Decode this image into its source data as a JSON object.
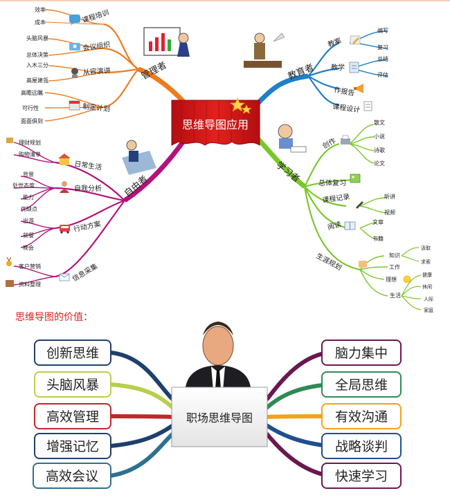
{
  "mindmap": {
    "center": "思维导图应用",
    "branches": {
      "manager": {
        "label": "管理者",
        "color": "#f07b1e",
        "subs": [
          {
            "label": "课程培训",
            "icon": "chat-bubble-icon",
            "leaves": [
              "效率",
              "成本"
            ]
          },
          {
            "label": "会议组织",
            "icon": "meeting-icon",
            "leaves": [
              "头脑风暴",
              "总体决策"
            ]
          },
          {
            "label": "从容演讲",
            "icon": "speaker-icon",
            "leaves": [
              "入木三分",
              "高屋建瓴"
            ]
          },
          {
            "label": "制定计划",
            "icon": "calendar-icon",
            "leaves": [
              "高瞻远瞩",
              "可行性",
              "面面俱到"
            ]
          }
        ]
      },
      "teacher": {
        "label": "教育者",
        "color": "#1f7fc9",
        "subs": [
          {
            "label": "教案",
            "icon": "pencil-icon",
            "leaves": [
              "编写",
              "复习"
            ]
          },
          {
            "label": "教学",
            "icon": "clipboard-icon",
            "leaves": [
              "总结",
              "评估"
            ]
          },
          {
            "label": "作报告",
            "icon": "megaphone-icon",
            "leaves": []
          },
          {
            "label": "课程设计",
            "icon": "notebook-icon",
            "leaves": []
          }
        ]
      },
      "free": {
        "label": "自由者",
        "color": "#b3127c",
        "subs": [
          {
            "label": "日常生活",
            "icon": "house-icon",
            "leaves": [
              "理财规划",
              "购物清单"
            ]
          },
          {
            "label": "自我分析",
            "icon": "person-icon",
            "leaves": [
              "背景",
              "处世态度",
              "能力",
              "优缺点"
            ]
          },
          {
            "label": "行动方案",
            "icon": "bus-icon",
            "leaves": [
              "出游",
              "就餐",
              "晚会"
            ]
          },
          {
            "label": "信息采集",
            "icon": "envelope-icon",
            "leaves": [
              "客户营销",
              "资料整理"
            ]
          }
        ]
      },
      "learner": {
        "label": "学习者",
        "color": "#7ac72a",
        "subs": [
          {
            "label": "创作",
            "icon": "printer-icon",
            "leaves": [
              "散文",
              "小说",
              "诗歌",
              "论文"
            ]
          },
          {
            "label": "总体复习",
            "icon": "picture-icon",
            "leaves": []
          },
          {
            "label": "课程记录",
            "icon": "pen-icon",
            "leaves": [
              "听讲",
              "视频"
            ]
          },
          {
            "label": "阅读",
            "icon": "book-icon",
            "leaves": [
              "文章",
              "书籍"
            ]
          },
          {
            "label": "生涯规划",
            "icon": "thumbs-up-icon",
            "leaves": [
              "知识",
              "工作",
              "理想",
              "生活"
            ]
          }
        ],
        "career_leaves": [
          "汲取",
          "求索",
          "健康",
          "休闲",
          "人际",
          "家庭"
        ]
      }
    }
  },
  "value_section": {
    "heading": "思维导图的价值：",
    "center": "职场思维导图",
    "left": [
      {
        "label": "创新思维",
        "color": "#1f3f6e"
      },
      {
        "label": "头脑风暴",
        "color": "#b7cf4a"
      },
      {
        "label": "高效管理",
        "color": "#c0282c"
      },
      {
        "label": "增强记忆",
        "color": "#1f3f6e"
      },
      {
        "label": "高效会议",
        "color": "#2f6f8f"
      }
    ],
    "right": [
      {
        "label": "脑力集中",
        "color": "#6a1850"
      },
      {
        "label": "全局思维",
        "color": "#2e8a55"
      },
      {
        "label": "有效沟通",
        "color": "#f2a31a"
      },
      {
        "label": "战略谈判",
        "color": "#1f4f8e"
      },
      {
        "label": "快速学习",
        "color": "#6a1850"
      }
    ]
  }
}
